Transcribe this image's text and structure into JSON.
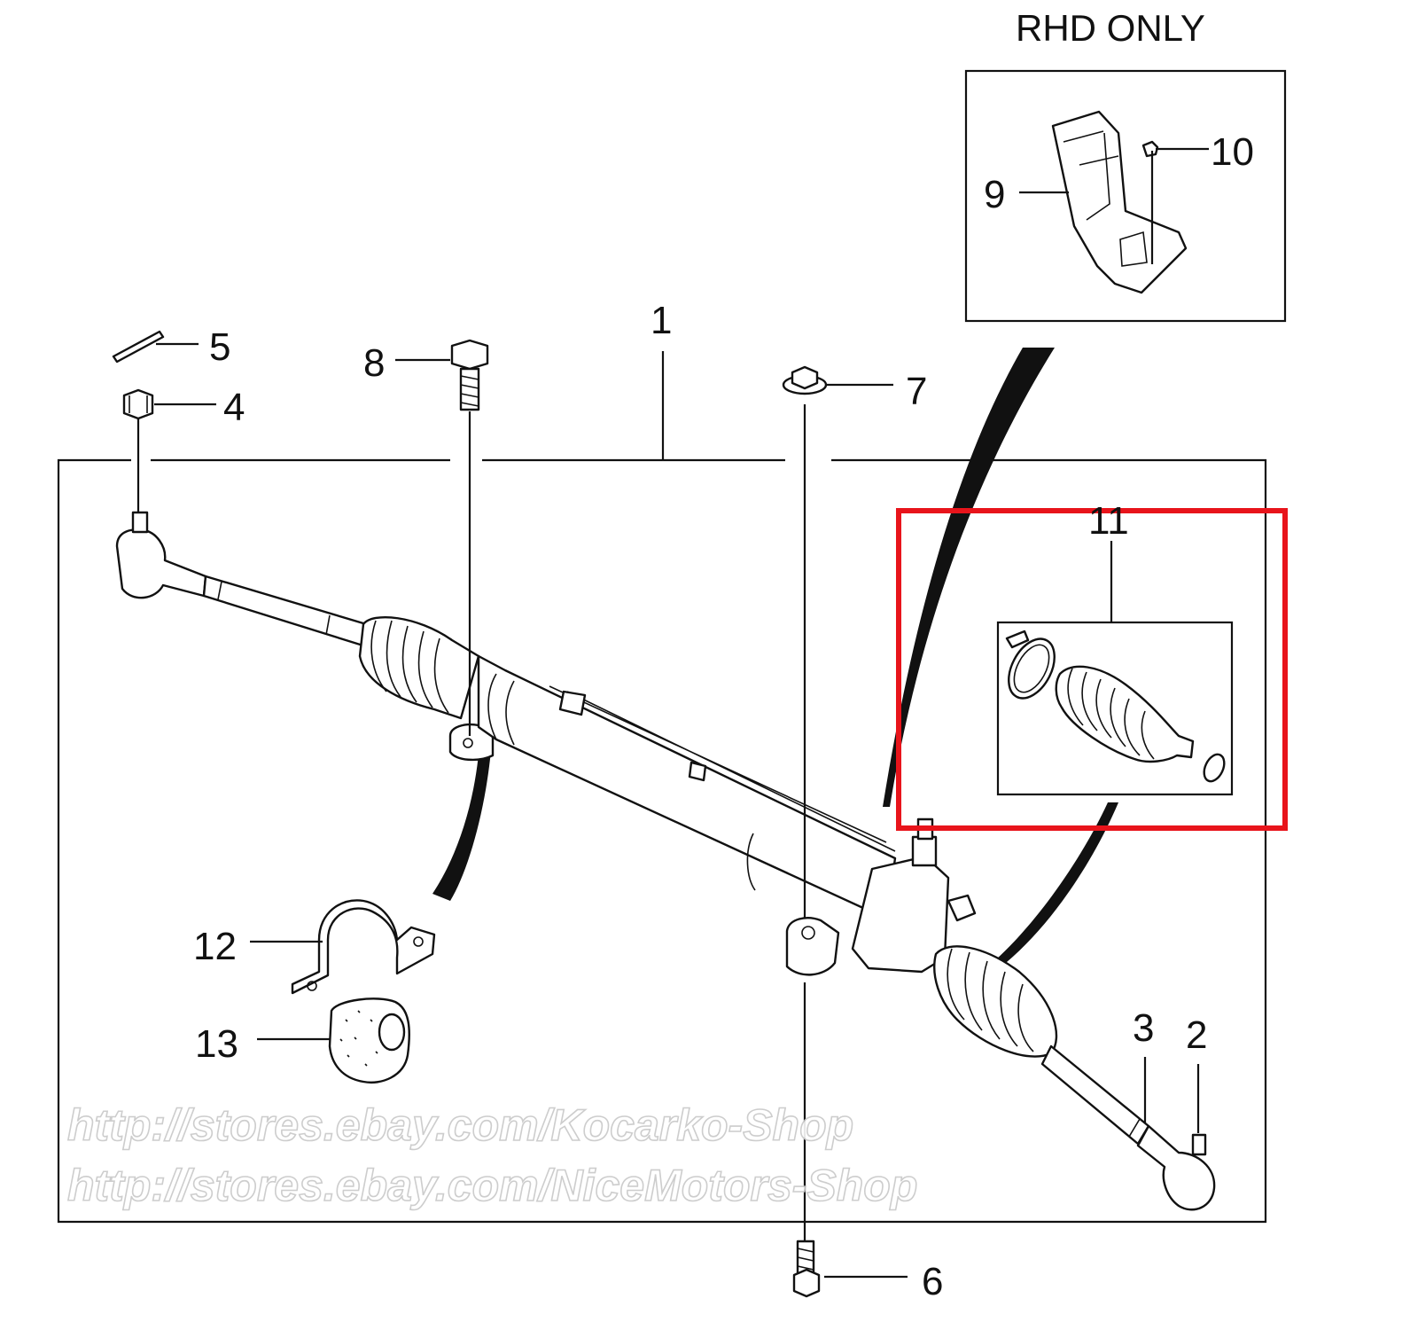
{
  "diagram": {
    "header": "RHD ONLY",
    "callouts": {
      "c1": "1",
      "c2": "2",
      "c3": "3",
      "c4": "4",
      "c5": "5",
      "c6": "6",
      "c7": "7",
      "c8": "8",
      "c9": "9",
      "c10": "10",
      "c11": "11",
      "c12": "12",
      "c13": "13"
    },
    "watermarks": [
      "http://stores.ebay.com/Kocarko-Shop",
      "http://stores.ebay.com/NiceMotors-Shop"
    ],
    "highlight_color": "#e8141b",
    "line_color": "#111111"
  }
}
